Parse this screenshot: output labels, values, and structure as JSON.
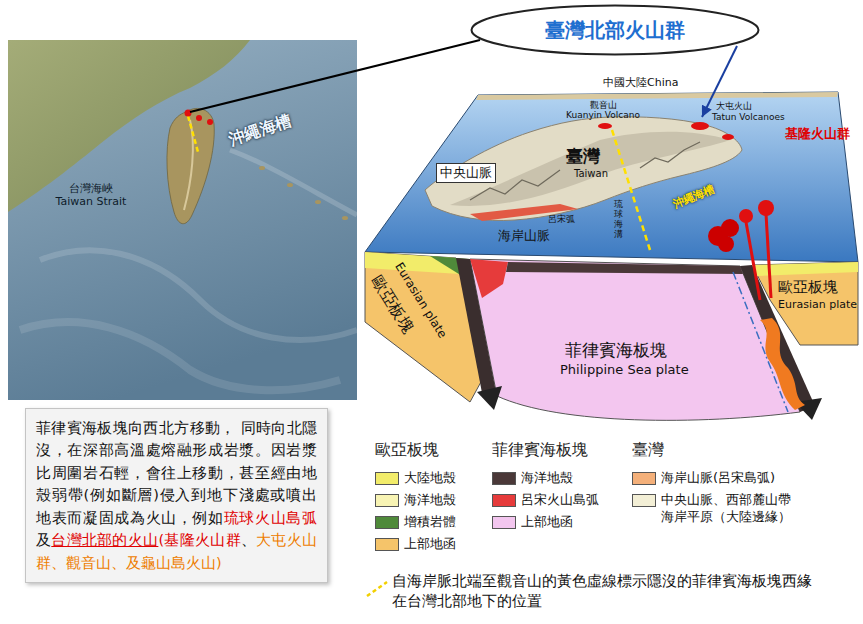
{
  "diagram": {
    "nodes": [
      {
        "text": [
          "臺灣北部火山群"
        ]
      },
      {
        "text": [
          "菲律賓海板塊向西北方移動， 同時向北隱沒，在深部高溫處熔融形成岩漿。因岩漿比周圍岩石輕，會往上移動，甚至經由地殼弱帶(例如斷層)侵入到地下淺處或噴出地表而凝固成為火山，例如",
          "琉球火山島弧",
          "及",
          "台灣北部的火山",
          "(基隆火山群",
          "、",
          "大屯火山群",
          "、觀音山、及龜山島火山)"
        ]
      }
    ],
    "labels": [
      "台灣海峽 Taiwan Strait",
      "沖繩海槽",
      "中國大陸China",
      "觀音山",
      "Kuanyin Volcano",
      "大屯火山",
      "Tatun Volcanoes",
      "基隆火山群",
      "臺灣",
      "Taiwan",
      "中央山脈",
      "呂宋弧",
      "海岸山脈",
      "琉球海溝",
      "沖繩海槽",
      "歐亞板塊",
      "Eurasian plate",
      "菲律賓海板塊",
      "Philippine Sea plate",
      "歐亞板塊",
      "Eurasian plate",
      "歐亞板塊",
      "菲律賓海板塊",
      "臺灣"
    ],
    "legend": [
      {
        "text": "大陸地殼",
        "color": "#f2ec6a"
      },
      {
        "text": "海洋地殼",
        "color": "#f8f4b4"
      },
      {
        "text": "增積岩體",
        "color": "#4f8a3a"
      },
      {
        "text": "上部地函",
        "color": "#f5c46a"
      },
      {
        "text": "海洋地殼",
        "color": "#4a3838"
      },
      {
        "text": "呂宋火山島弧",
        "color": "#e63b3b"
      },
      {
        "text": "上部地函",
        "color": "#f3c6ef"
      },
      {
        "text": "海岸山脈(呂宋島弧)",
        "color": "#f4b07a"
      },
      {
        "text": "中央山脈、西部麓山帶 海岸平原（大陸邊緣）",
        "color": "#f3efd6"
      },
      {
        "text": "自海岸脈北端至觀音山的黃色虛線標示隱沒的菲律賓海板塊西緣 在台灣北部地下的位置"
      }
    ]
  }
}
